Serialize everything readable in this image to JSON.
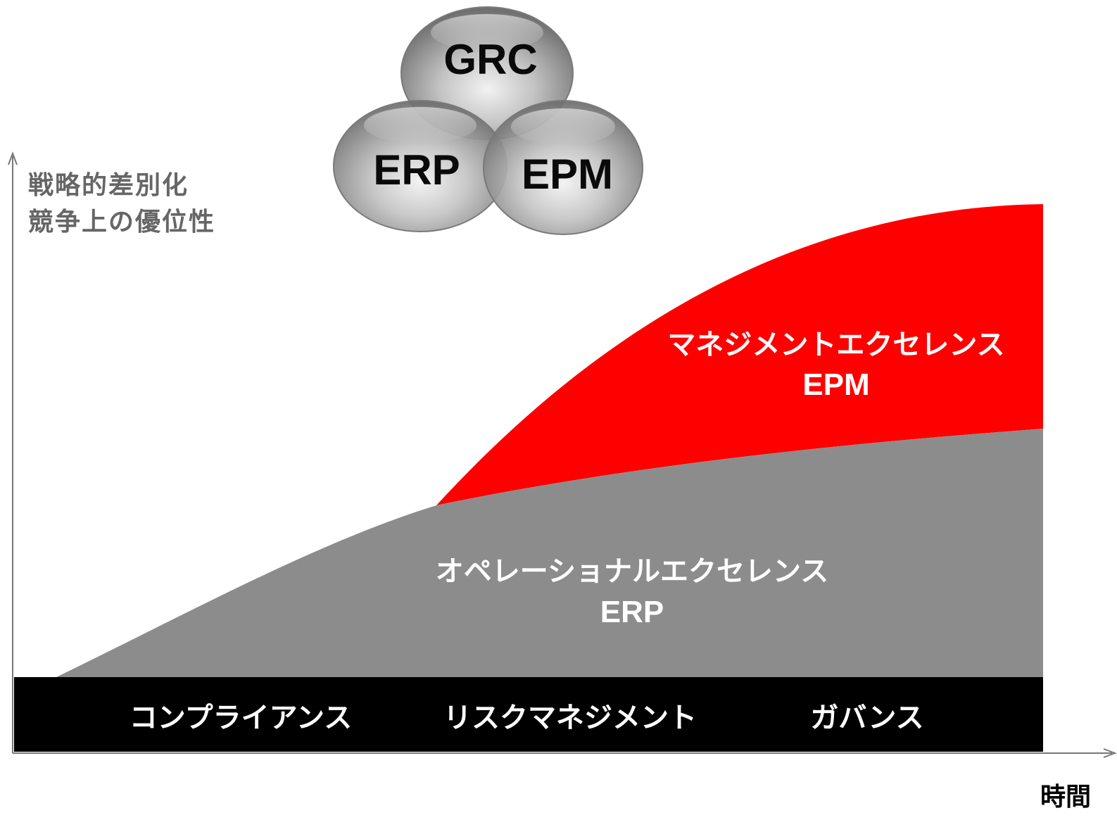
{
  "y_axis_label": [
    "戦略的差別化",
    "競争上の優位性"
  ],
  "x_axis_label": "時間",
  "band_labels": [
    "コンプライアンス",
    "リスクマネジメント",
    "ガバンス"
  ],
  "bubbles": [
    {
      "label": "GRC"
    },
    {
      "label": "ERP"
    },
    {
      "label": "EPM"
    }
  ],
  "areas": [
    {
      "title": "マネジメントエクセレンス",
      "subtitle": "EPM",
      "color": "#ff0000"
    },
    {
      "title": "オペレーショナルエクセレンス",
      "subtitle": "ERP",
      "color": "#8c8c8c"
    }
  ],
  "colors": {
    "band": "#000000",
    "axis": "#777777",
    "bubble": "#9a9a9a"
  }
}
